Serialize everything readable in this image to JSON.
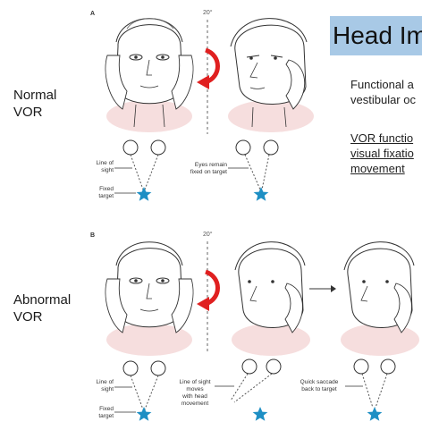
{
  "slide": {
    "title": "Head Im",
    "side_lines": [
      "Functional a",
      "vestibular oc"
    ],
    "underlined_lines": [
      "VOR functio",
      "visual fixatio",
      "movement"
    ]
  },
  "figure": {
    "panel_a": {
      "letter": "A",
      "degrees": "20°",
      "row_label": [
        "Normal",
        "VOR"
      ],
      "labels": {
        "line_of_sight": [
          "Line of",
          "sight"
        ],
        "fixed_target": [
          "Fixed",
          "target"
        ],
        "eyes_remain": [
          "Eyes remain",
          "fixed on target"
        ]
      }
    },
    "panel_b": {
      "letter": "B",
      "degrees": "20°",
      "row_label": [
        "Abnormal",
        "VOR"
      ],
      "labels": {
        "line_of_sight": [
          "Line of",
          "sight"
        ],
        "fixed_target": [
          "Fixed",
          "target"
        ],
        "moves_with_head": [
          "Line of sight",
          "moves",
          "with head",
          "movement"
        ],
        "quick_saccade": [
          "Quick saccade",
          "back to target"
        ]
      }
    },
    "colors": {
      "target_star": "#1e8fc4",
      "arrow": "#e02020",
      "skin": "#f6dede",
      "title_bg": "#a8c9e6"
    },
    "icons": [
      "star-icon",
      "eye-circle-icon",
      "rotation-arrow-icon",
      "right-arrow-icon"
    ]
  }
}
